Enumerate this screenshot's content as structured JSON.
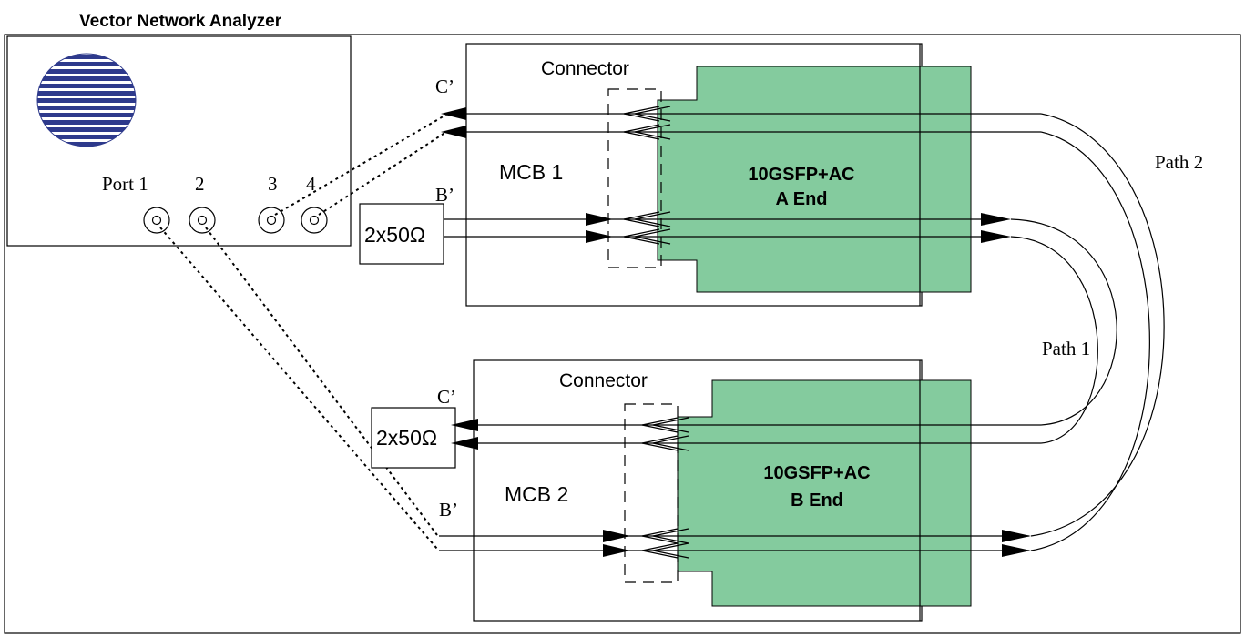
{
  "vna": {
    "title": "Vector Network Analyzer",
    "port1_label": "Port 1",
    "port2_label": "2",
    "port3_label": "3",
    "port4_label": "4"
  },
  "mcb1": {
    "connector_label": "Connector",
    "board_label": "MCB 1",
    "c_prime_label": "C’",
    "b_prime_label": "B’",
    "termination_label": "2x50Ω",
    "module_line1": "10GSFP+AC",
    "module_line2": "A End"
  },
  "mcb2": {
    "connector_label": "Connector",
    "board_label": "MCB 2",
    "c_prime_label": "C’",
    "b_prime_label": "B’",
    "termination_label": "2x50Ω",
    "module_line1": "10GSFP+AC",
    "module_line2": "B End"
  },
  "paths": {
    "path1_label": "Path 1",
    "path2_label": "Path 2"
  },
  "colors": {
    "module_fill": "#84cb9e",
    "screen_stripe": "#2e3a8c",
    "line": "#000000"
  }
}
